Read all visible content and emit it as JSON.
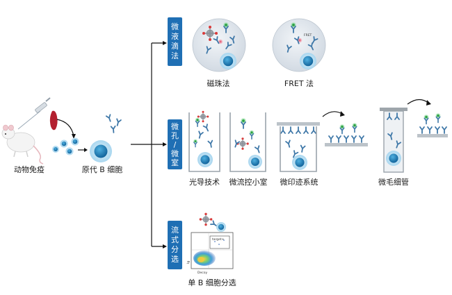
{
  "colors": {
    "category_box": "#1f6fb4",
    "cell_outer": "#bfe3f6",
    "cell_nucleus": "#1d86c4",
    "antibody": "#3f78a8",
    "bead": "#9ea3aa",
    "antigen_red": "#d93a3a",
    "antigen_green": "#49b864",
    "droplet_fill": "#dfe5ec",
    "platform": "#bcc3c9"
  },
  "left": {
    "immunization_label": "动物免疫",
    "primary_cell_label": "原代 B 细胞"
  },
  "categories": {
    "droplet": [
      "微",
      "液",
      "滴",
      "法"
    ],
    "microwell": [
      "微",
      "孔",
      "/",
      "微",
      "室"
    ],
    "flow": [
      "流",
      "式",
      "分",
      "选"
    ]
  },
  "droplet_methods": {
    "magnetic_bead_label": "磁珠法",
    "fret_label": "FRET 法",
    "fret_tag": "FRET"
  },
  "microwell_methods": {
    "optofluidic_label": "光导技术",
    "microfluidic_label": "微流控小室",
    "microengraving_label": "微印迹系统",
    "microcapillary_label": "微毛细管"
  },
  "flow": {
    "plot_label": "单 B 细胞分选",
    "gate_label": "target+",
    "x_axis_label": "Decoy",
    "y_axis_label": "Ig"
  }
}
